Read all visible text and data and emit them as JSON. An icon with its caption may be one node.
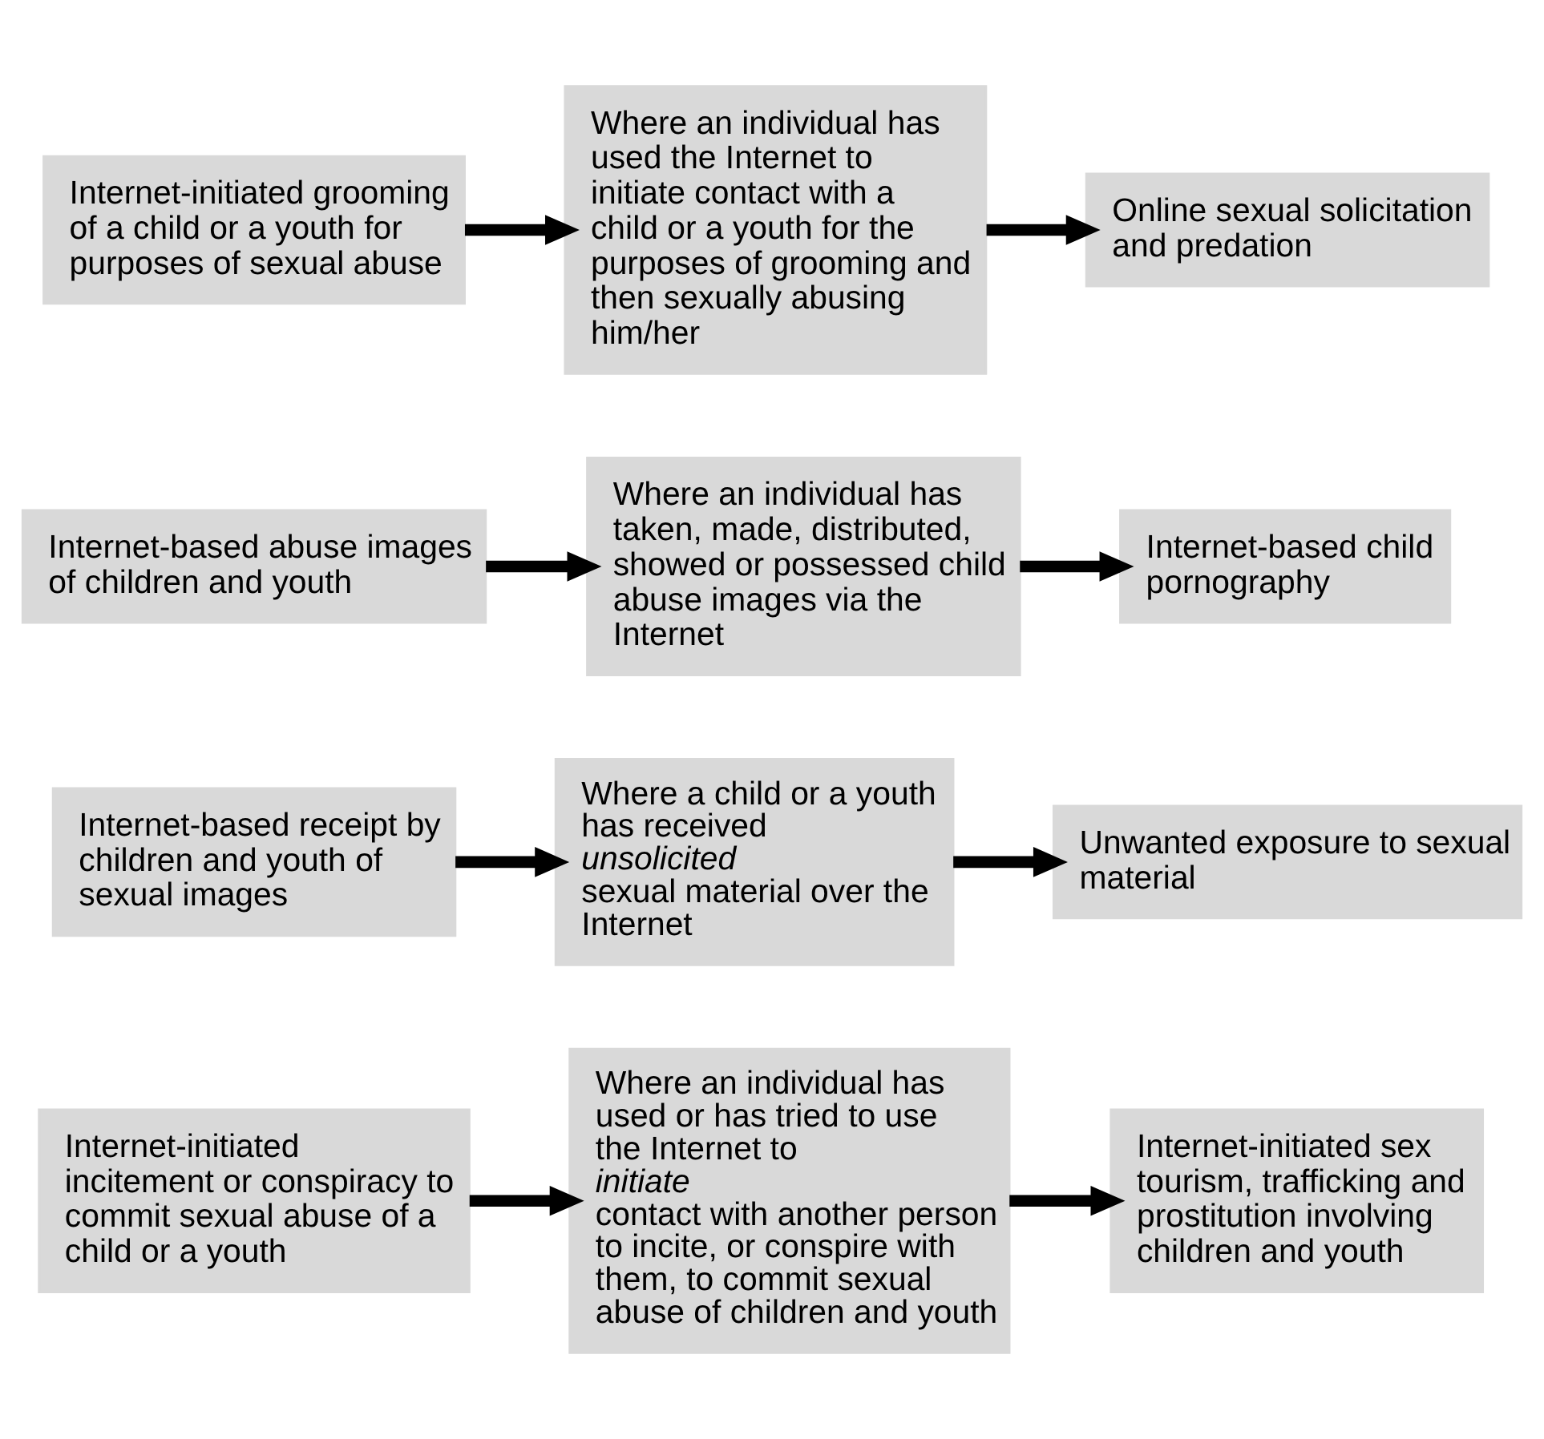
{
  "diagram": {
    "nodes": [
      {
        "text": [
          "Internet-initiated grooming of a child or a youth for purposes of sexual abuse"
        ]
      },
      {
        "text": [
          "Where an individual has used the Internet to initiate contact with a child or a youth for the purposes of grooming and then sexually abusing him/her"
        ]
      },
      {
        "text": [
          "Online sexual solicitation and predation"
        ]
      },
      {
        "text": [
          "Internet-based abuse images of children and youth"
        ]
      },
      {
        "text": [
          "Where an individual has taken, made, distributed, showed or possessed child abuse images via the Internet"
        ]
      },
      {
        "text": [
          "Internet-based child pornography"
        ]
      },
      {
        "text": [
          "Internet-based receipt by children and youth of sexual images"
        ]
      },
      {
        "text": [
          "Where a child or a youth has received *unsolicited* sexual material over the Internet"
        ]
      },
      {
        "text": [
          "Unwanted exposure to sexual material"
        ]
      },
      {
        "text": [
          "Internet-initiated incitement or conspiracy to commit sexual abuse of a child or a youth"
        ]
      },
      {
        "text": [
          "Where an individual has used or has tried to use the Internet to *initiate* contact with another person to incite, or conspire with them, to commit sexual abuse of children and youth"
        ]
      },
      {
        "text": [
          "Internet-initiated sex tourism, trafficking and prostitution involving children and youth"
        ]
      }
    ],
    "edges": [
      {
        "from": 0,
        "to": 1,
        "arrow": "to"
      },
      {
        "from": 1,
        "to": 2,
        "arrow": "to"
      },
      {
        "from": 3,
        "to": 4,
        "arrow": "to"
      },
      {
        "from": 4,
        "to": 5,
        "arrow": "to"
      },
      {
        "from": 6,
        "to": 7,
        "arrow": "to"
      },
      {
        "from": 7,
        "to": 8,
        "arrow": "to"
      },
      {
        "from": 9,
        "to": 10,
        "arrow": "to"
      },
      {
        "from": 10,
        "to": 11,
        "arrow": "to"
      }
    ]
  }
}
